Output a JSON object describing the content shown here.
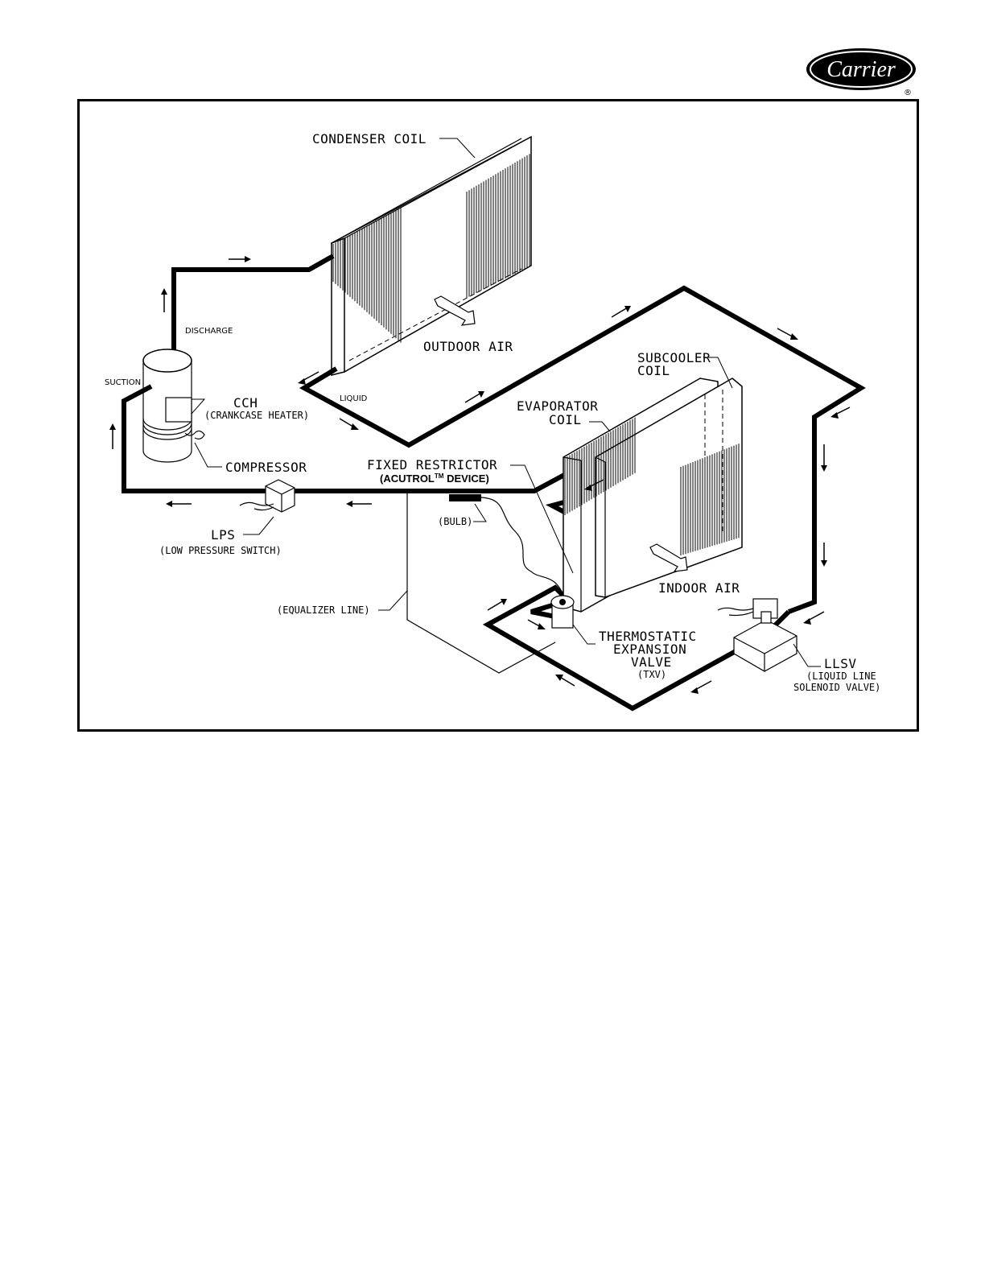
{
  "logo": {
    "text": "Carrier",
    "registered": "®"
  },
  "labels": {
    "condenser_coil": "CONDENSER COIL",
    "outdoor_air": "OUTDOOR AIR",
    "discharge": "DISCHARGE",
    "suction": "SUCTION",
    "liquid": "LIQUID",
    "cch": "CCH",
    "cch_full": "(CRANKCASE HEATER)",
    "compressor": "COMPRESSOR",
    "lps": "LPS",
    "lps_full": "(LOW PRESSURE SWITCH)",
    "subcooler_coil_1": "SUBCOOLER",
    "subcooler_coil_2": "COIL",
    "evaporator_coil_1": "EVAPORATOR",
    "evaporator_coil_2": "COIL",
    "fixed_restrictor": "FIXED RESTRICTOR",
    "acutrol_device_pre": "(ACUTROL",
    "acutrol_tm": "TM",
    "acutrol_device_post": " DEVICE)",
    "bulb": "(BULB)",
    "indoor_air": "INDOOR AIR",
    "equalizer_line": "(EQUALIZER LINE)",
    "txv_1": "THERMOSTATIC",
    "txv_2": "EXPANSION",
    "txv_3": "VALVE",
    "txv_4": "(TXV)",
    "llsv": "LLSV",
    "llsv_full_1": "(LIQUID LINE",
    "llsv_full_2": "SOLENOID VALVE)"
  },
  "colors": {
    "ink": "#000000",
    "paper": "#ffffff"
  }
}
